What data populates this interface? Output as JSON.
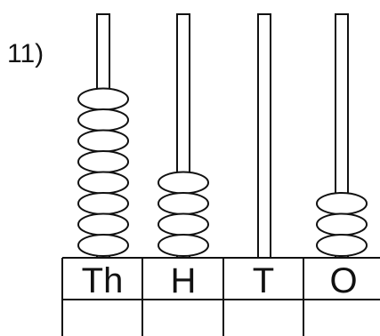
{
  "question_number": "11)",
  "abacus": {
    "columns": [
      {
        "label": "Th",
        "beads": 8,
        "answer": ""
      },
      {
        "label": "H",
        "beads": 4,
        "answer": ""
      },
      {
        "label": "T",
        "beads": 0,
        "answer": ""
      },
      {
        "label": "O",
        "beads": 3,
        "answer": ""
      }
    ]
  }
}
